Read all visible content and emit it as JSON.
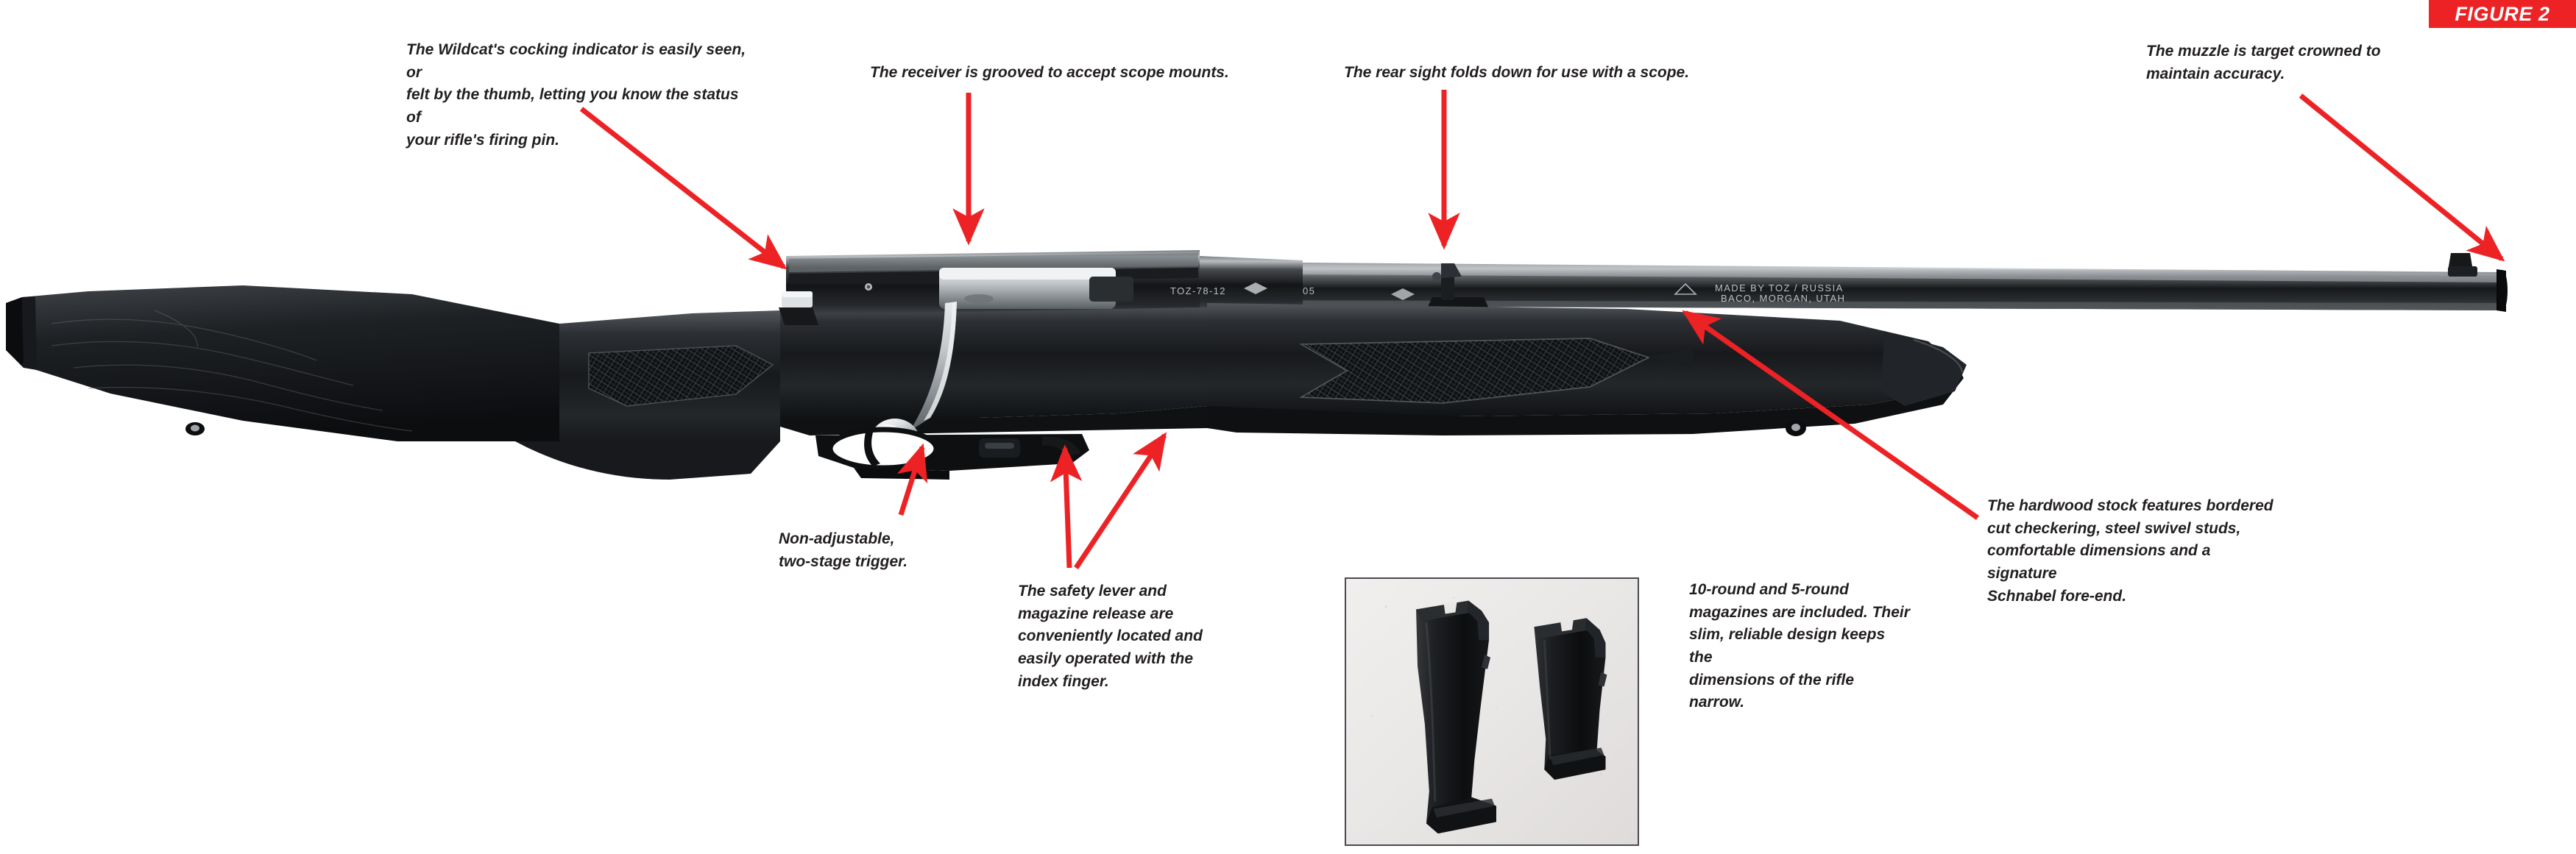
{
  "figure": {
    "badge_label": "FIGURE 2",
    "badge_color": "#ed2225"
  },
  "colors": {
    "arrow_red": "#ed2225",
    "text_dark": "#231f20",
    "background": "#ffffff",
    "inset_background": "#eceaea",
    "inset_border": "#4a4a4f"
  },
  "subject": {
    "product_name": "Wildcat",
    "type": "bolt-action rifle",
    "barrel_markings": [
      "TOZ-78-12",
      "MADE BY TOZ / RUSSIA",
      "BACO, MORGAN, UTAH"
    ]
  },
  "callouts": [
    {
      "id": "cocking-indicator",
      "text": "The Wildcat's cocking indicator is easily seen, or\nfelt by the thumb, letting you know the status of\nyour rifle's firing pin."
    },
    {
      "id": "receiver-grooves",
      "text": "The receiver is grooved to accept scope mounts."
    },
    {
      "id": "rear-sight",
      "text": "The rear sight folds down for use with a scope."
    },
    {
      "id": "muzzle-crown",
      "text": "The muzzle is target crowned to\nmaintain accuracy."
    },
    {
      "id": "trigger",
      "text": "Non-adjustable,\ntwo-stage trigger."
    },
    {
      "id": "safety-and-magazine-release",
      "text": "The safety lever and\nmagazine release are\nconveniently located and\neasily operated with the\nindex finger."
    },
    {
      "id": "magazines",
      "text": "10-round and 5-round\nmagazines are included. Their\nslim, reliable design keeps the\ndimensions of the rifle narrow."
    },
    {
      "id": "hardwood-stock",
      "text": "The hardwood stock features bordered\ncut checkering, steel swivel studs,\ncomfortable dimensions and a signature\nSchnabel fore-end."
    }
  ],
  "photos": {
    "rifle": {
      "alt": "Right-side profile of a black bolt-action rimfire rifle with hardwood stock"
    },
    "magazines": {
      "alt": "Two black detachable box magazines, 10-round and 5-round, on a light gray surface"
    }
  }
}
